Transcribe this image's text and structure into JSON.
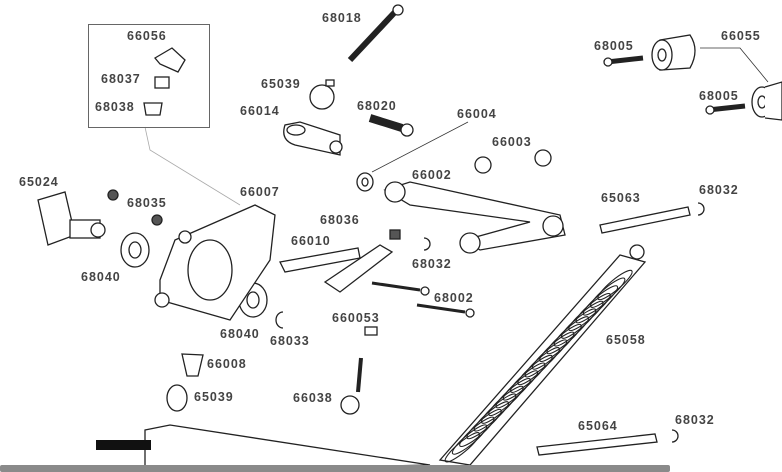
{
  "diagram": {
    "parts": [
      {
        "id": "68018"
      },
      {
        "id": "66056"
      },
      {
        "id": "68037"
      },
      {
        "id": "68038"
      },
      {
        "id": "65039"
      },
      {
        "id": "66014"
      },
      {
        "id": "68020"
      },
      {
        "id": "66004"
      },
      {
        "id": "66003"
      },
      {
        "id": "66002"
      },
      {
        "id": "68005"
      },
      {
        "id": "66055"
      },
      {
        "id": "68005"
      },
      {
        "id": "65024"
      },
      {
        "id": "68035"
      },
      {
        "id": "66007"
      },
      {
        "id": "68036"
      },
      {
        "id": "66010"
      },
      {
        "id": "68032"
      },
      {
        "id": "65063"
      },
      {
        "id": "68032"
      },
      {
        "id": "68040"
      },
      {
        "id": "68002"
      },
      {
        "id": "660053"
      },
      {
        "id": "68040"
      },
      {
        "id": "68033"
      },
      {
        "id": "65058"
      },
      {
        "id": "66008"
      },
      {
        "id": "65039"
      },
      {
        "id": "66038"
      },
      {
        "id": "65064"
      },
      {
        "id": "68032"
      }
    ]
  }
}
